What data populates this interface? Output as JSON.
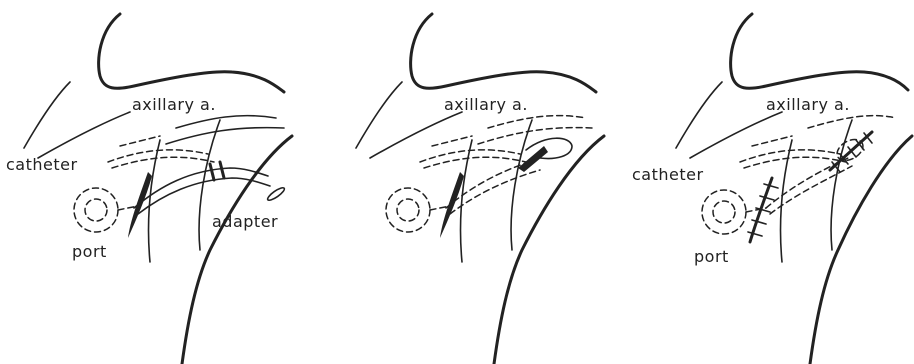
{
  "panels": [
    {
      "labels": {
        "vessel": "axillary a.",
        "catheter": "catheter",
        "port": "port",
        "adapter": "adapter"
      }
    },
    {
      "labels": {
        "vessel": "axillary a."
      }
    },
    {
      "labels": {
        "vessel": "axillary a.",
        "catheter": "catheter",
        "port": "port"
      }
    }
  ],
  "colors": {
    "ink": "#222222",
    "background": "#ffffff"
  }
}
